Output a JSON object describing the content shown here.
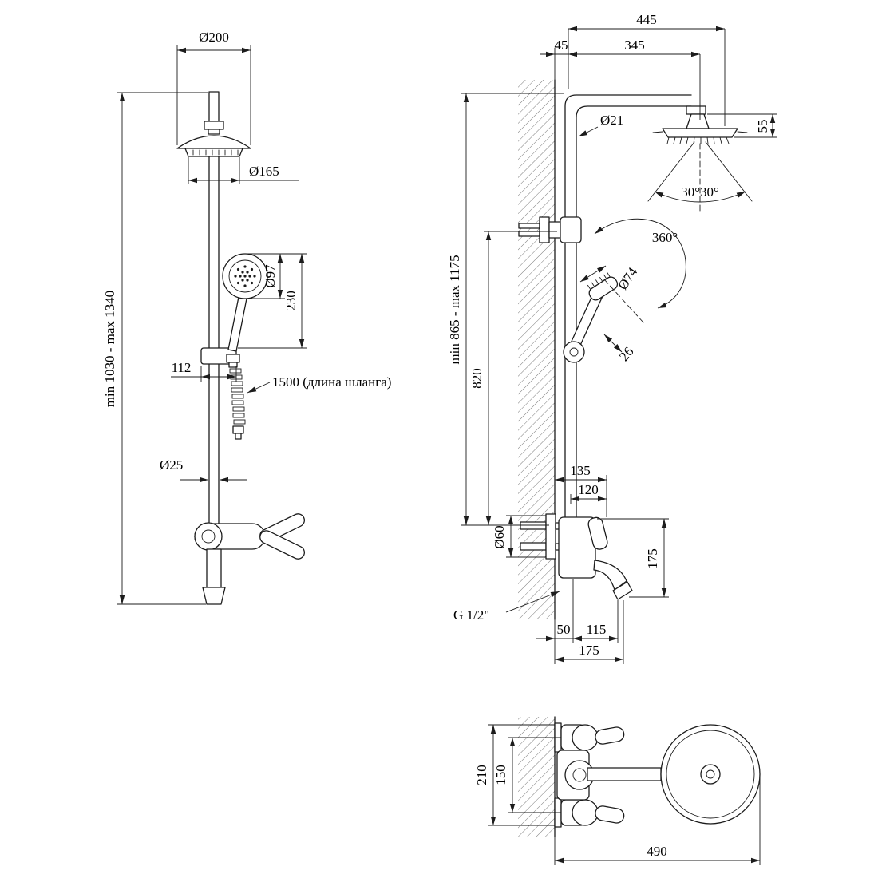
{
  "drawing": {
    "front_view": {
      "head_diameter": "Ø200",
      "face_diameter": "Ø165",
      "hand_shower_diameter": "Ø97",
      "hand_shower_height": "230",
      "bracket_width": "112",
      "hose_note": "1500 (длина шланга)",
      "pipe_diameter": "Ø25",
      "height_range": "min 1030 - max 1340"
    },
    "side_view": {
      "total_reach": "445",
      "wall_to_pipe": "45",
      "arm_length": "345",
      "pipe_diameter": "Ø21",
      "head_height": "55",
      "spray_angles": "30°30°",
      "swivel_angle": "360°",
      "hand_shower_diameter": "Ø74",
      "holder_offset": "26",
      "height_range": "min 865 - max 1175",
      "upper_section": "820",
      "depth_135": "135",
      "depth_120": "120",
      "escutcheon_diameter": "Ø60",
      "spout_drop": "175",
      "thread": "G 1/2\"",
      "dim_50": "50",
      "dim_115": "115",
      "total_depth": "175"
    },
    "top_view": {
      "body_span": "210",
      "valve_spacing": "150",
      "total_length": "490"
    }
  }
}
